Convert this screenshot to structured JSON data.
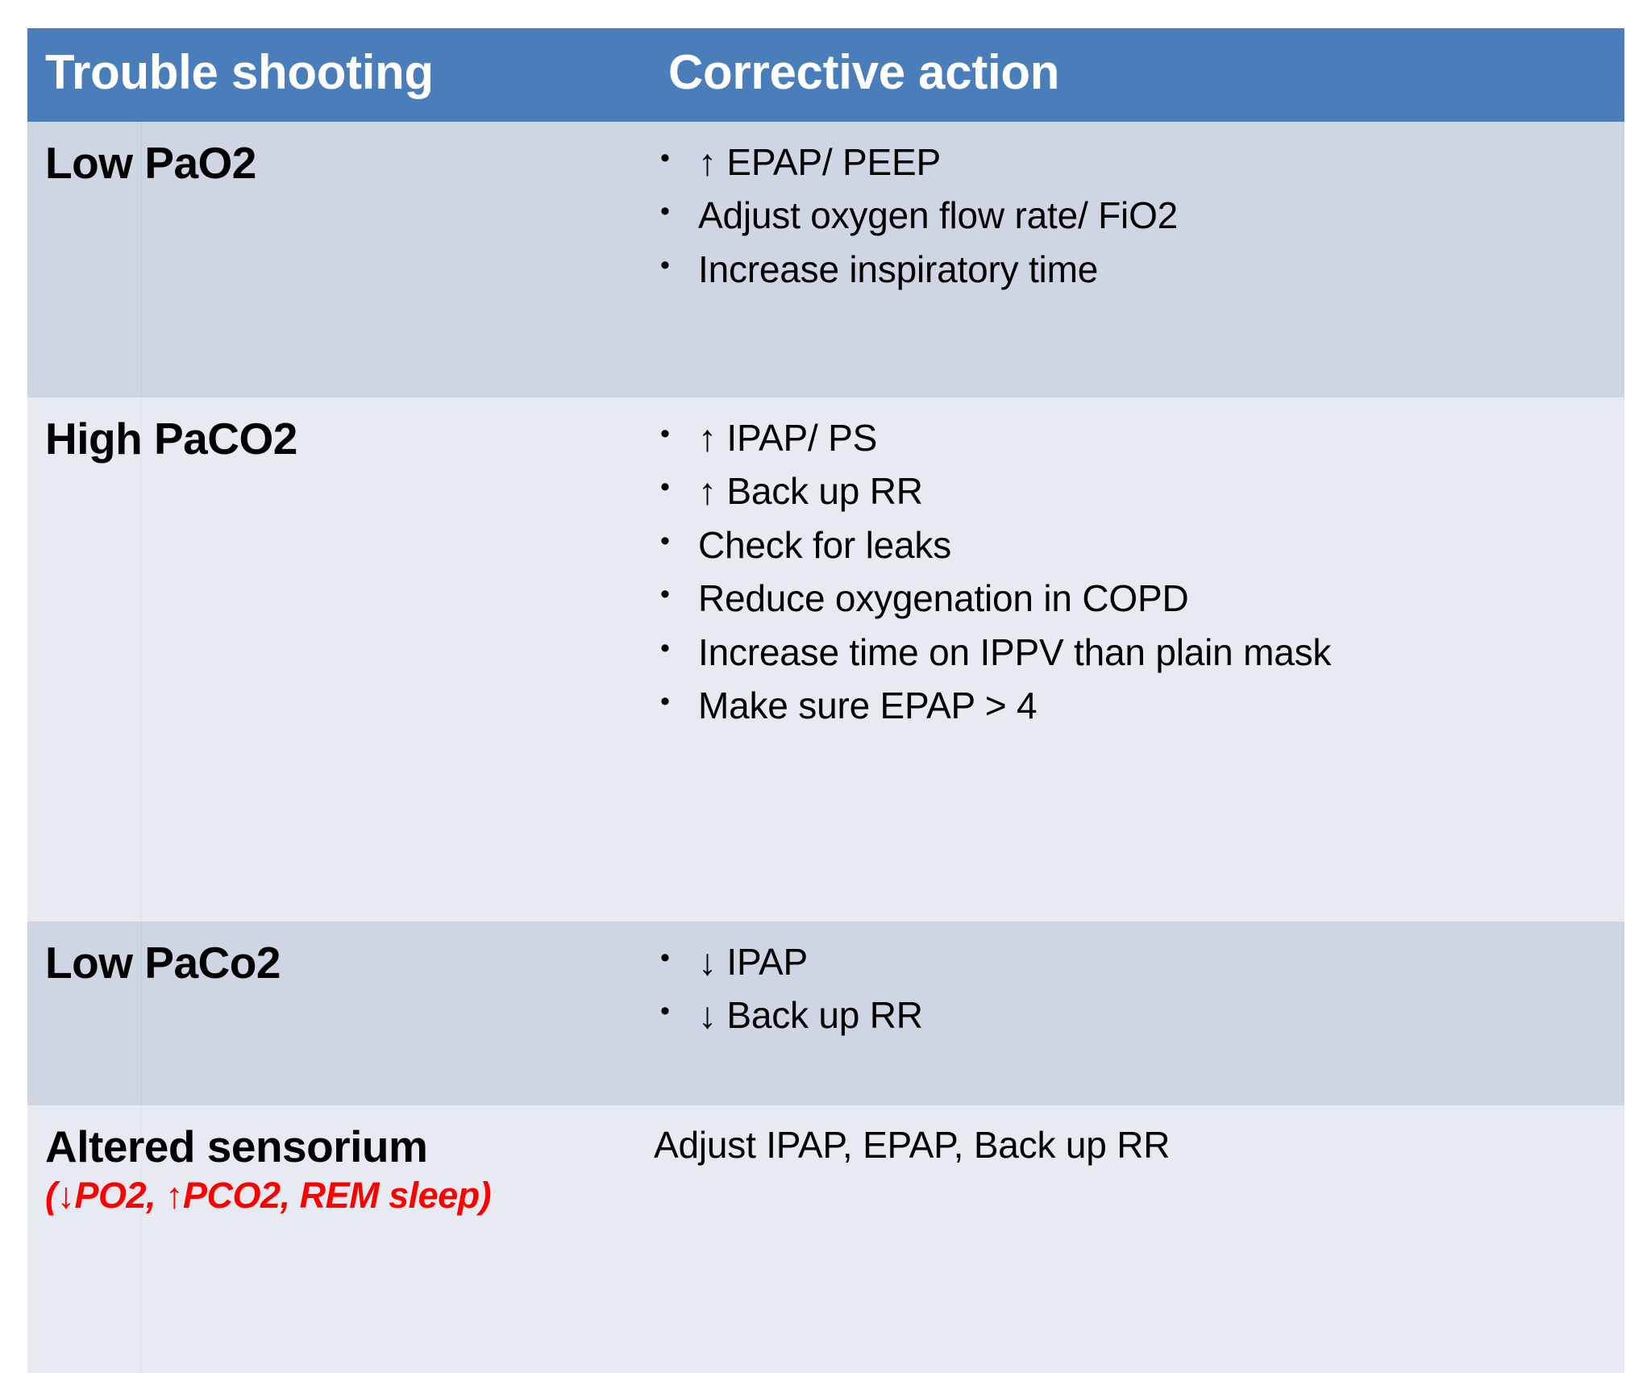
{
  "table": {
    "headers": {
      "col1": "Trouble shooting",
      "col2": "Corrective action"
    },
    "colors": {
      "header_bg": "#4a7ebb",
      "header_text": "#ffffff",
      "row_band_dark": "#ced5e3",
      "row_band_light": "#e8eaf2",
      "body_text": "#000000",
      "accent_red": "#ff0000"
    },
    "rows": [
      {
        "problem": "Low PaO2",
        "problem_note": "",
        "actions": [
          "↑ EPAP/ PEEP",
          "Adjust oxygen flow rate/ FiO2",
          "Increase inspiratory time"
        ],
        "action_style": "bullets"
      },
      {
        "problem": "High PaCO2",
        "problem_note": "",
        "actions": [
          "↑ IPAP/ PS",
          "↑ Back up RR",
          "Check for leaks",
          "Reduce oxygenation in COPD",
          "Increase time on IPPV than plain mask",
          "Make sure EPAP > 4"
        ],
        "action_style": "bullets"
      },
      {
        "problem": "Low PaCo2",
        "problem_note": "",
        "actions": [
          "↓ IPAP",
          "↓ Back up RR"
        ],
        "action_style": "bullets"
      },
      {
        "problem": "Altered sensorium",
        "problem_note": "(↓PO2, ↑PCO2, REM sleep)",
        "actions": [
          "Adjust IPAP, EPAP, Back up RR"
        ],
        "action_style": "plain"
      }
    ]
  }
}
